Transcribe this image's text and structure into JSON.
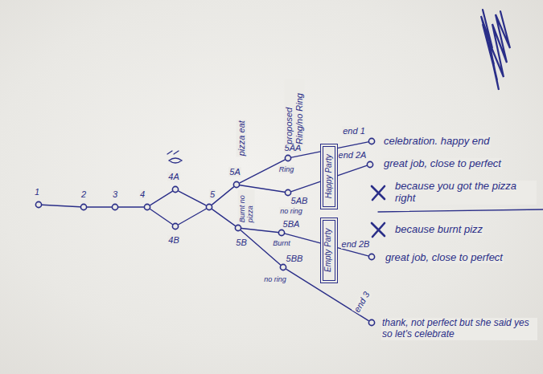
{
  "diagram": {
    "nodes": [
      {
        "text": [
          "1"
        ]
      },
      {
        "text": [
          "2"
        ]
      },
      {
        "text": [
          "3"
        ]
      },
      {
        "text": [
          "4"
        ]
      },
      {
        "text": [
          "4A"
        ]
      },
      {
        "text": [
          "4B"
        ]
      },
      {
        "text": [
          "5"
        ]
      },
      {
        "text": [
          "5A"
        ]
      },
      {
        "text": [
          "5B"
        ]
      },
      {
        "text": [
          "5AA"
        ]
      },
      {
        "text": [
          "5AB"
        ]
      },
      {
        "text": [
          "5BA"
        ]
      },
      {
        "text": [
          "5BB"
        ]
      },
      {
        "text": [
          "Happy Party"
        ]
      },
      {
        "text": [
          "Empty Party"
        ]
      },
      {
        "text": [
          "end 1"
        ]
      },
      {
        "text": [
          "end 2A"
        ]
      },
      {
        "text": [
          "end 2B"
        ]
      },
      {
        "text": [
          "end 3"
        ]
      }
    ],
    "edges": [
      {
        "from": 0,
        "to": 1,
        "arrow": "none"
      },
      {
        "from": 1,
        "to": 2,
        "arrow": "none"
      },
      {
        "from": 2,
        "to": 3,
        "arrow": "none"
      },
      {
        "from": 3,
        "to": 4,
        "arrow": "none"
      },
      {
        "from": 3,
        "to": 5,
        "arrow": "none"
      },
      {
        "from": 4,
        "to": 6,
        "arrow": "none"
      },
      {
        "from": 5,
        "to": 6,
        "arrow": "none"
      },
      {
        "from": 6,
        "to": 7,
        "arrow": "none"
      },
      {
        "from": 6,
        "to": 8,
        "arrow": "none"
      },
      {
        "from": 7,
        "to": 9,
        "arrow": "none"
      },
      {
        "from": 7,
        "to": 10,
        "arrow": "none"
      },
      {
        "from": 8,
        "to": 11,
        "arrow": "none"
      },
      {
        "from": 8,
        "to": 12,
        "arrow": "none"
      },
      {
        "from": 9,
        "to": 15,
        "arrow": "none"
      },
      {
        "from": 10,
        "to": 16,
        "arrow": "none"
      },
      {
        "from": 11,
        "to": 17,
        "arrow": "none"
      },
      {
        "from": 12,
        "to": 18,
        "arrow": "none"
      }
    ],
    "labels": [
      "pizza eat",
      "proposed Ring/no Ring",
      "Ring",
      "no ring",
      "Burnt no pizza",
      "Burnt",
      "no ring",
      "celebration. happy end",
      "great job, close to perfect",
      "because you got the pizza right",
      "because burnt pizz",
      "great job, close to perfect",
      "thank, not perfect but she said yes so let's celebrate"
    ]
  }
}
